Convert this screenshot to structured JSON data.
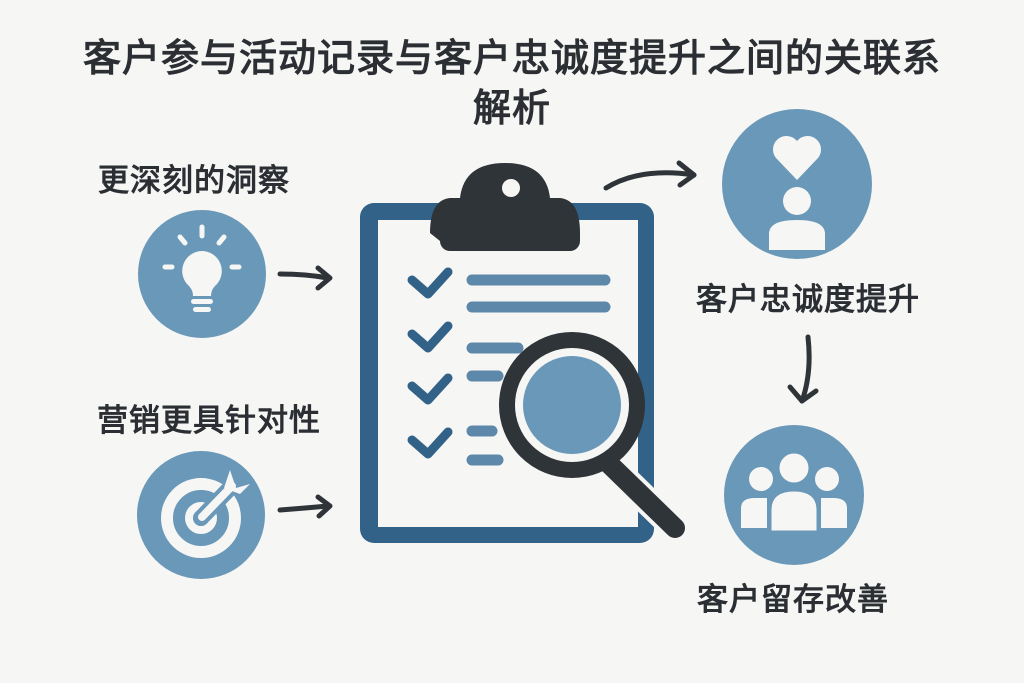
{
  "title": {
    "line1": "客户参与活动记录与客户忠诚度提升之间的关联系",
    "line2": "解析"
  },
  "left_items": [
    {
      "label": "更深刻的洞察",
      "icon": "lightbulb-icon"
    },
    {
      "label": "营销更具针对性",
      "icon": "target-icon"
    }
  ],
  "center": {
    "icon": "clipboard-checklist-with-magnifier-icon",
    "checklist_rows": 4
  },
  "right_items": [
    {
      "label": "客户忠诚度提升",
      "icon": "heart-person-icon"
    },
    {
      "label": "客户留存改善",
      "icon": "group-people-icon"
    }
  ],
  "colors": {
    "background": "#f6f6f5",
    "circle_fill": "#6a98b8",
    "clipboard_frame": "#336289",
    "dark": "#2f3439",
    "text": "#2b2f33"
  }
}
